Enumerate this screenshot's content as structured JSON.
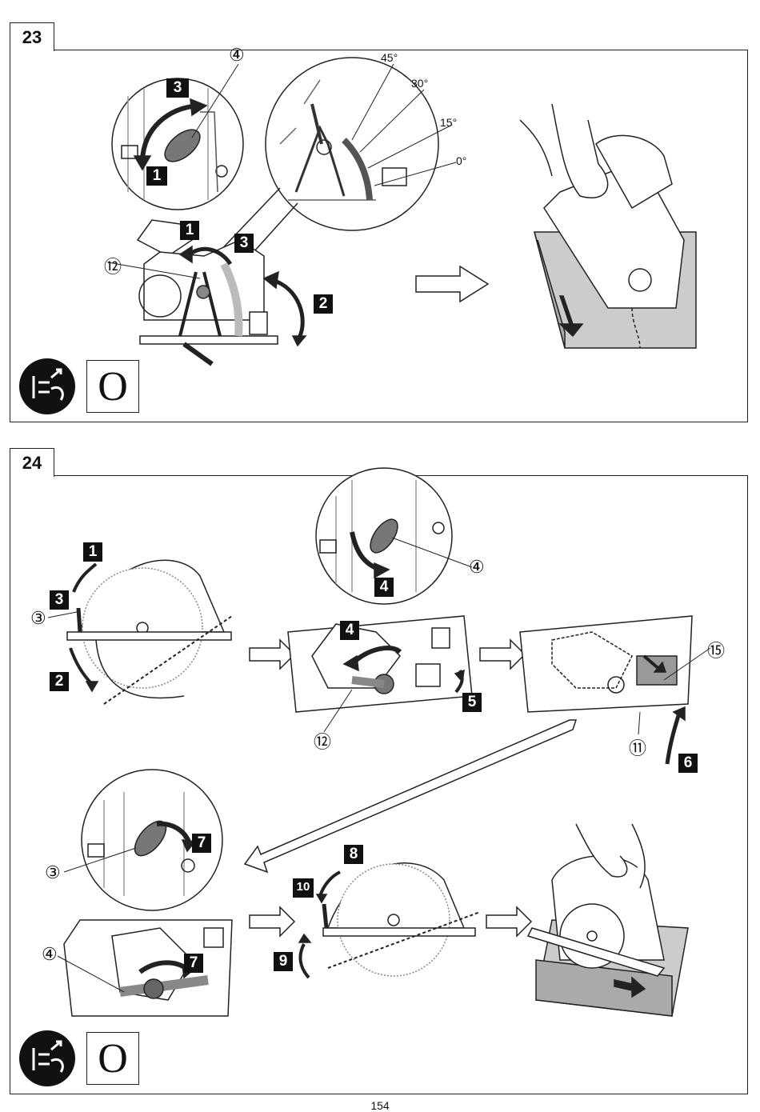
{
  "figures": [
    {
      "number": "23",
      "angles": [
        "45°",
        "30°",
        "15°",
        "0°"
      ],
      "callouts": [
        "④",
        "⑫"
      ],
      "steps": [
        "3",
        "1",
        "1",
        "3",
        "2"
      ],
      "power_state": "O"
    },
    {
      "number": "24",
      "callouts": [
        "③",
        "④",
        "⑫",
        "⑮",
        "⑪",
        "③",
        "④"
      ],
      "steps": [
        "1",
        "3",
        "2",
        "4",
        "4",
        "5",
        "6",
        "7",
        "7",
        "8",
        "10",
        "9"
      ],
      "power_state": "O"
    }
  ],
  "page_number": "154",
  "icons": [
    "unplug-icon",
    "power-off-symbol",
    "hand-icon",
    "arrow-right-icon"
  ]
}
